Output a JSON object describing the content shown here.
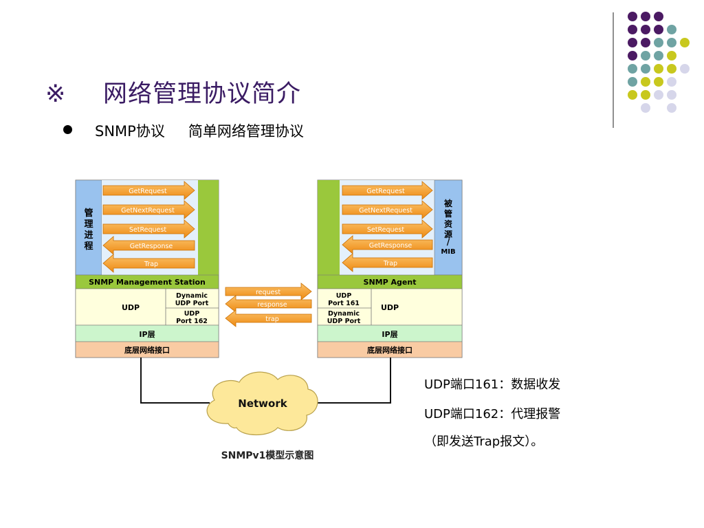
{
  "title": {
    "symbol": "※",
    "text": "网络管理协议简介"
  },
  "bullet": {
    "term": "SNMP协议",
    "desc": "简单网络管理协议"
  },
  "diagram": {
    "caption": "SNMPv1模型示意图",
    "network": "Network",
    "messages": [
      "GetRequest",
      "GetNextRequest",
      "SetRequest",
      "GetResponse",
      "Trap"
    ],
    "manager": {
      "process": "管理进程",
      "station": "SNMP Management Station",
      "udp": "UDP",
      "port_dynamic": [
        "Dynamic",
        "UDP Port"
      ],
      "port_fixed": [
        "UDP",
        "Port 162"
      ],
      "ip": "IP层",
      "link": "底层网络接口"
    },
    "agent": {
      "resource": [
        "被",
        "管",
        "资",
        "源",
        "/",
        "MIB"
      ],
      "title": "SNMP Agent",
      "udp": "UDP",
      "port_fixed": [
        "UDP",
        "Port 161"
      ],
      "port_dynamic": [
        "Dynamic",
        "UDP Port"
      ],
      "ip": "IP层",
      "link": "底层网络接口"
    },
    "exchange": [
      "request",
      "response",
      "trap"
    ]
  },
  "notes": [
    "UDP端口161：数据收发",
    "UDP端口162：代理报警",
    "（即发送Trap报文）。"
  ],
  "colors": {
    "purple": "#4b1a63",
    "teal": "#6fa3a3",
    "yellow": "#c8c81e",
    "lavender": "#d6d6ea",
    "blue": "#99c2ee",
    "green": "#9ac83c",
    "udp": "#ffffdd",
    "ip": "#ccf5cc",
    "link": "#f9cba3",
    "arrow": "#f39b1a",
    "cloud": "#fde89a"
  }
}
